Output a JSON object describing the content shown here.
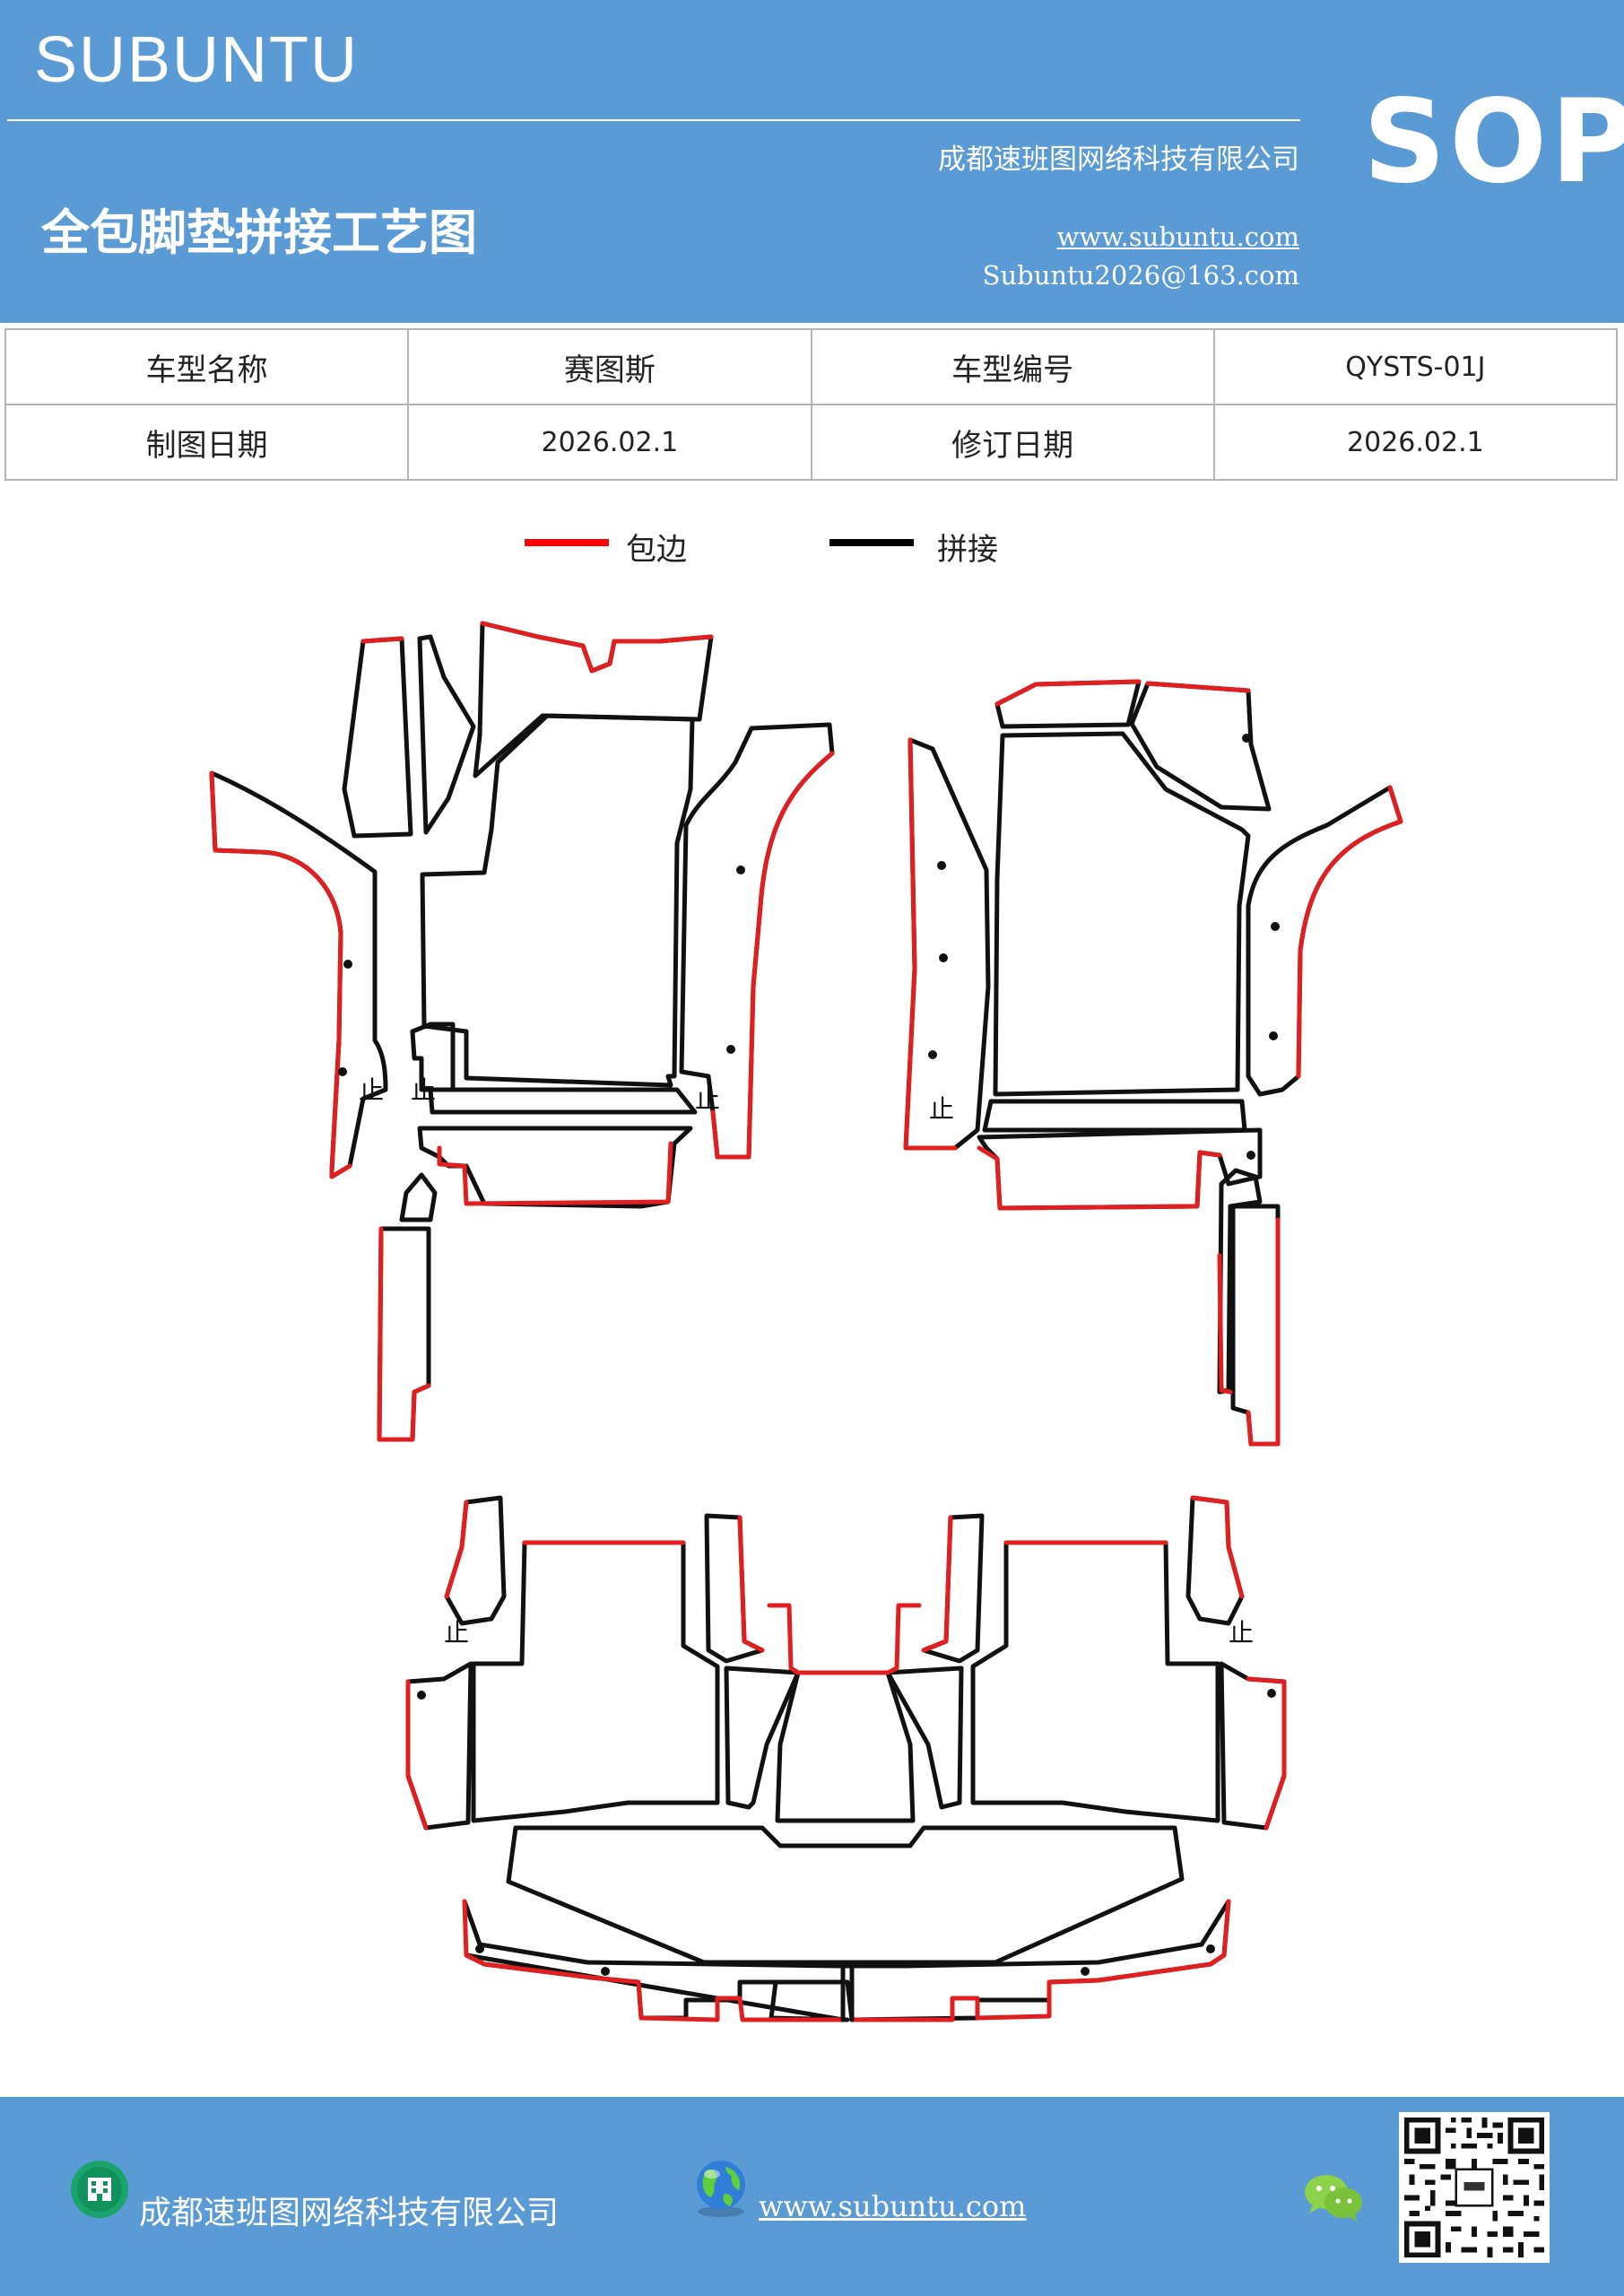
{
  "header": {
    "brand": "SUBUNTU",
    "badge": "SOP",
    "company": "成都速班图网络科技有限公司",
    "title": "全包脚垫拼接工艺图",
    "website": "www.subuntu.com",
    "email": "Subuntu2026@163.com"
  },
  "info": {
    "row1": {
      "label1": "车型名称",
      "value1": "赛图斯",
      "label2": "车型编号",
      "value2": "QYSTS-01J"
    },
    "row2": {
      "label1": "制图日期",
      "value1": "2026.02.1",
      "label2": "修订日期",
      "value2": "2026.02.1"
    }
  },
  "legend": {
    "items": [
      {
        "label": "包边",
        "color": "#ff0000"
      },
      {
        "label": "拼接",
        "color": "#000000"
      }
    ]
  },
  "drawing": {
    "stop_mark": "止",
    "edge_color": "#e02020",
    "seam_color": "#111111"
  },
  "footer": {
    "company": "成都速班图网络科技有限公司",
    "website": "www.subuntu.com",
    "icons": [
      "building-icon",
      "globe-icon",
      "wechat-icon",
      "qr-code"
    ],
    "background": "#5b9bd5"
  }
}
